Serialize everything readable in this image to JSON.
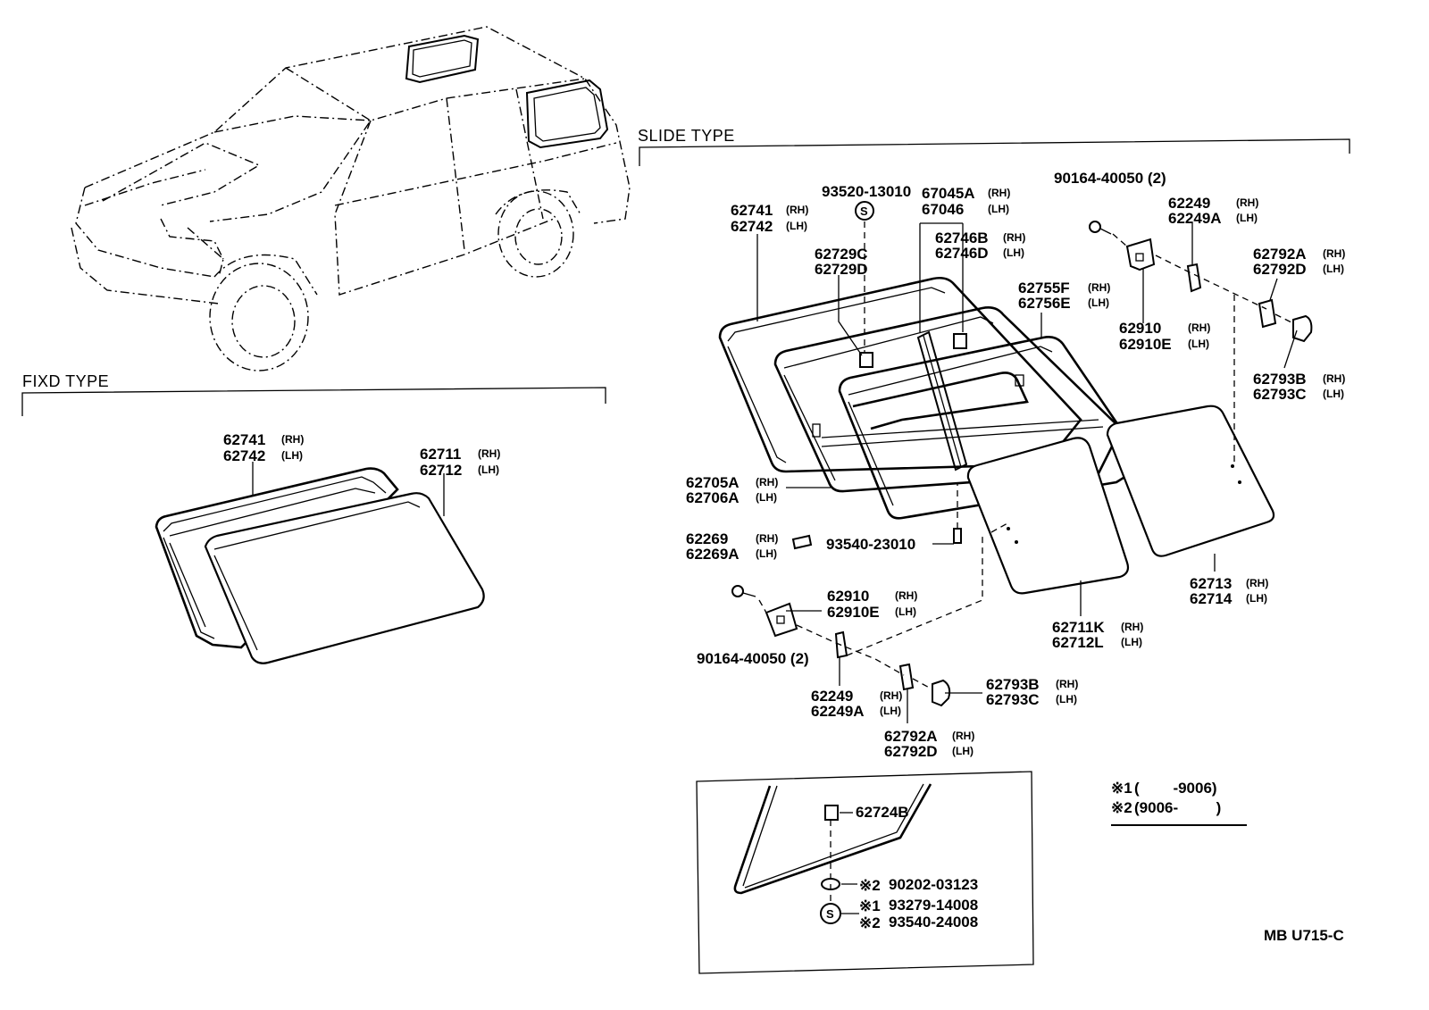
{
  "sections": {
    "slide_type": "SLIDE TYPE",
    "fixed_type": "FIXD TYPE"
  },
  "fixed": {
    "frame_rh": "62741",
    "frame_rh_sfx": "(RH)",
    "frame_lh": "62742",
    "frame_lh_sfx": "(LH)",
    "glass_rh": "62711",
    "glass_rh_sfx": "(RH)",
    "glass_lh": "62712",
    "glass_lh_sfx": "(LH)"
  },
  "slide": {
    "screw_top": "93520-13010",
    "frame_rh": "62741",
    "frame_rh_sfx": "(RH)",
    "frame_lh": "62742",
    "frame_lh_sfx": "(LH)",
    "stop_a": "62729C",
    "stop_b": "62729D",
    "run_rh": "67045A",
    "run_rh_sfx": "(RH)",
    "run_lh": "67046",
    "run_lh_sfx": "(LH)",
    "catch_rh": "62746B",
    "catch_rh_sfx": "(RH)",
    "catch_lh": "62746D",
    "catch_lh_sfx": "(LH)",
    "bolt_top": "90164-40050 (2)",
    "hinge_rh": "62249",
    "hinge_rh_sfx": "(RH)",
    "hinge_lh": "62249A",
    "hinge_lh_sfx": "(LH)",
    "sash_rh": "62755F",
    "sash_rh_sfx": "(RH)",
    "sash_lh": "62756E",
    "sash_lh_sfx": "(LH)",
    "lock_rh": "62792A",
    "lock_rh_sfx": "(RH)",
    "lock_lh": "62792D",
    "lock_lh_sfx": "(LH)",
    "latch_top_rh": "62910",
    "latch_top_rh_sfx": "(RH)",
    "latch_top_lh": "62910E",
    "latch_top_lh_sfx": "(LH)",
    "knob_top_rh": "62793B",
    "knob_top_rh_sfx": "(RH)",
    "knob_top_lh": "62793C",
    "knob_top_lh_sfx": "(LH)",
    "weather_rh": "62705A",
    "weather_rh_sfx": "(RH)",
    "weather_lh": "62706A",
    "weather_lh_sfx": "(LH)",
    "clip_rh": "62269",
    "clip_rh_sfx": "(RH)",
    "clip_lh": "62269A",
    "clip_lh_sfx": "(LH)",
    "screw_mid": "93540-23010",
    "glass_rear_rh": "62713",
    "glass_rear_rh_sfx": "(RH)",
    "glass_rear_lh": "62714",
    "glass_rear_lh_sfx": "(LH)",
    "latch_low_rh": "62910",
    "latch_low_rh_sfx": "(RH)",
    "latch_low_lh": "62910E",
    "latch_low_lh_sfx": "(LH)",
    "glass_mid_rh": "62711K",
    "glass_mid_rh_sfx": "(RH)",
    "glass_mid_lh": "62712L",
    "glass_mid_lh_sfx": "(LH)",
    "bolt_low": "90164-40050 (2)",
    "hinge_low_rh": "62249",
    "hinge_low_rh_sfx": "(RH)",
    "hinge_low_lh": "62249A",
    "hinge_low_lh_sfx": "(LH)",
    "knob_low_rh": "62793B",
    "knob_low_rh_sfx": "(RH)",
    "knob_low_lh": "62793C",
    "knob_low_lh_sfx": "(LH)",
    "lock_low_rh": "62792A",
    "lock_low_rh_sfx": "(RH)",
    "lock_low_lh": "62792D",
    "lock_low_lh_sfx": "(LH)"
  },
  "inset": {
    "stopper": "62724B",
    "mark2": "※2",
    "mark1": "※1",
    "washer": "90202-03123",
    "screw_1": "93279-14008",
    "screw_2": "93540-24008",
    "s_mark": "S"
  },
  "legend": {
    "row1_mark": "※1",
    "row1_value": "(        -9006)",
    "row2_mark": "※2",
    "row2_value": "(9006-         )"
  },
  "s_mark": "S",
  "code": "MB U715-C"
}
